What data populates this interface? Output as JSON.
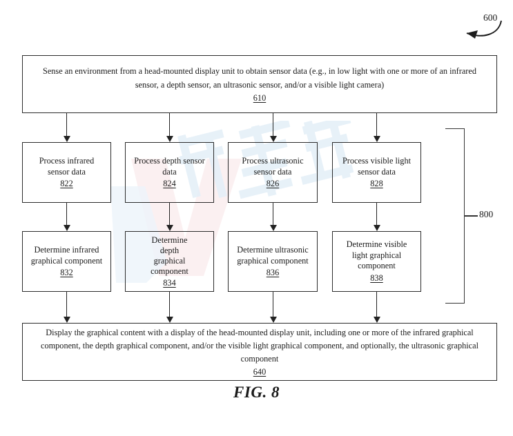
{
  "figure": {
    "caption": "FIG. 8",
    "process_ref": "600",
    "group_ref": "800"
  },
  "nodes": {
    "n610": {
      "text": "Sense an environment from a head-mounted display unit to obtain sensor data (e.g., in low light with one or more of an infrared sensor, a depth sensor, an ultrasonic sensor, and/or a visible light camera)",
      "ref": "610"
    },
    "n822": {
      "text": "Process infrared sensor data",
      "ref": "822"
    },
    "n824": {
      "text": "Process depth sensor data",
      "ref": "824"
    },
    "n826": {
      "text": "Process ultrasonic sensor data",
      "ref": "826"
    },
    "n828": {
      "text": "Process visible light sensor data",
      "ref": "828"
    },
    "n832": {
      "text": "Determine infrared graphical component",
      "ref": "832"
    },
    "n834": {
      "text": "Determine depth graphical component",
      "ref": "834"
    },
    "n836": {
      "text": "Determine ultrasonic graphical component",
      "ref": "836"
    },
    "n838": {
      "text": "Determine visible light graphical component",
      "ref": "838"
    },
    "n640": {
      "text": "Display the graphical content with a display of the head-mounted display unit, including one or more of the infrared graphical component, the depth graphical component, and/or the visible light graphical component, and optionally, the ultrasonic graphical component",
      "ref": "640"
    }
  },
  "colors": {
    "stroke": "#2b2b2b",
    "text": "#1a1a1a",
    "background": "#ffffff",
    "watermark_blue": "#bcd7ee",
    "watermark_pink": "#f2c9cc"
  }
}
